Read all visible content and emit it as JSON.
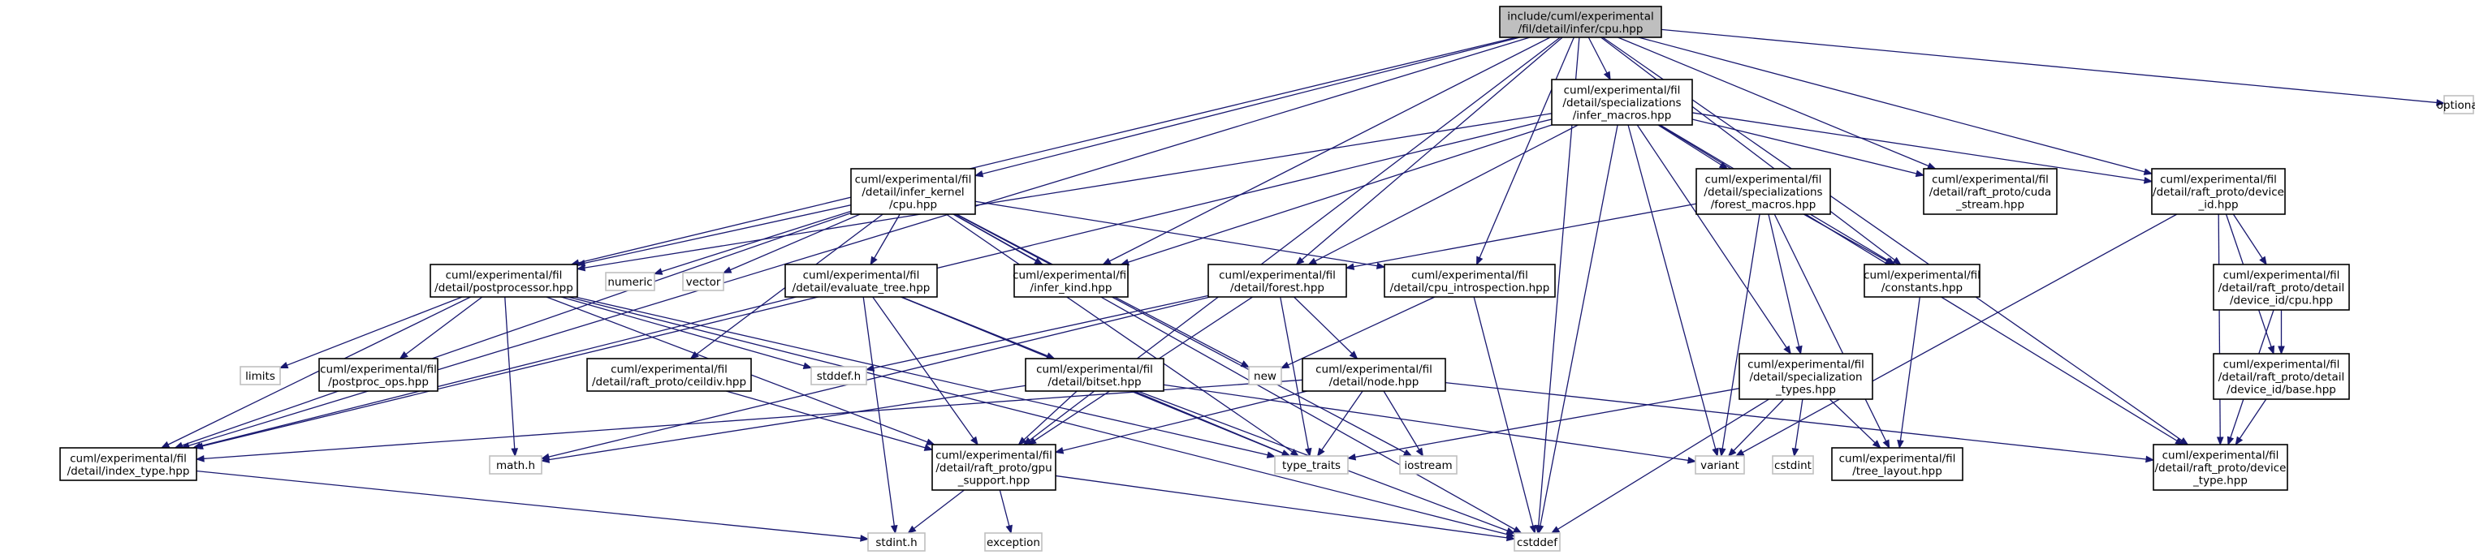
{
  "graph": {
    "root": "include/cuml/experimental/fil/detail/infer/cpu.hpp",
    "nodes": {
      "root": {
        "lines": [
          "include/cuml/experimental",
          "/fil/detail/infer/cpu.hpp"
        ],
        "kind": "root"
      },
      "infer_macros": {
        "lines": [
          "cuml/experimental/fil",
          "/detail/specializations",
          "/infer_macros.hpp"
        ],
        "kind": "file"
      },
      "optional": {
        "lines": [
          "optional"
        ],
        "kind": "system"
      },
      "infer_kernel_cpu": {
        "lines": [
          "cuml/experimental/fil",
          "/detail/infer_kernel",
          "/cpu.hpp"
        ],
        "kind": "file"
      },
      "forest_macros": {
        "lines": [
          "cuml/experimental/fil",
          "/detail/specializations",
          "/forest_macros.hpp"
        ],
        "kind": "file"
      },
      "cuda_stream": {
        "lines": [
          "cuml/experimental/fil",
          "/detail/raft_proto/cuda",
          "_stream.hpp"
        ],
        "kind": "file"
      },
      "device_id": {
        "lines": [
          "cuml/experimental/fil",
          "/detail/raft_proto/device",
          "_id.hpp"
        ],
        "kind": "file"
      },
      "postprocessor": {
        "lines": [
          "cuml/experimental/fil",
          "/detail/postprocessor.hpp"
        ],
        "kind": "file"
      },
      "numeric": {
        "lines": [
          "numeric"
        ],
        "kind": "system"
      },
      "vector": {
        "lines": [
          "vector"
        ],
        "kind": "system"
      },
      "evaluate_tree": {
        "lines": [
          "cuml/experimental/fil",
          "/detail/evaluate_tree.hpp"
        ],
        "kind": "file"
      },
      "infer_kind": {
        "lines": [
          "cuml/experimental/fil",
          "/infer_kind.hpp"
        ],
        "kind": "file"
      },
      "forest": {
        "lines": [
          "cuml/experimental/fil",
          "/detail/forest.hpp"
        ],
        "kind": "file"
      },
      "cpu_introspection": {
        "lines": [
          "cuml/experimental/fil",
          "/detail/cpu_introspection.hpp"
        ],
        "kind": "file"
      },
      "constants": {
        "lines": [
          "cuml/experimental/fil",
          "/constants.hpp"
        ],
        "kind": "file"
      },
      "device_id_cpu": {
        "lines": [
          "cuml/experimental/fil",
          "/detail/raft_proto/detail",
          "/device_id/cpu.hpp"
        ],
        "kind": "file"
      },
      "limits": {
        "lines": [
          "limits"
        ],
        "kind": "system"
      },
      "postproc_ops": {
        "lines": [
          "cuml/experimental/fil",
          "/postproc_ops.hpp"
        ],
        "kind": "file"
      },
      "stddef": {
        "lines": [
          "stddef.h"
        ],
        "kind": "system"
      },
      "ceildiv": {
        "lines": [
          "cuml/experimental/fil",
          "/detail/raft_proto/ceildiv.hpp"
        ],
        "kind": "file"
      },
      "bitset": {
        "lines": [
          "cuml/experimental/fil",
          "/detail/bitset.hpp"
        ],
        "kind": "file"
      },
      "new": {
        "lines": [
          "new"
        ],
        "kind": "system"
      },
      "node": {
        "lines": [
          "cuml/experimental/fil",
          "/detail/node.hpp"
        ],
        "kind": "file"
      },
      "specialization_types": {
        "lines": [
          "cuml/experimental/fil",
          "/detail/specialization",
          "_types.hpp"
        ],
        "kind": "file"
      },
      "device_id_base": {
        "lines": [
          "cuml/experimental/fil",
          "/detail/raft_proto/detail",
          "/device_id/base.hpp"
        ],
        "kind": "file"
      },
      "index_type": {
        "lines": [
          "cuml/experimental/fil",
          "/detail/index_type.hpp"
        ],
        "kind": "file"
      },
      "math": {
        "lines": [
          "math.h"
        ],
        "kind": "system"
      },
      "gpu_support": {
        "lines": [
          "cuml/experimental/fil",
          "/detail/raft_proto/gpu",
          "_support.hpp"
        ],
        "kind": "file"
      },
      "type_traits": {
        "lines": [
          "type_traits"
        ],
        "kind": "system"
      },
      "iostream": {
        "lines": [
          "iostream"
        ],
        "kind": "system"
      },
      "variant": {
        "lines": [
          "variant"
        ],
        "kind": "system"
      },
      "cstdint": {
        "lines": [
          "cstdint"
        ],
        "kind": "system"
      },
      "tree_layout": {
        "lines": [
          "cuml/experimental/fil",
          "/tree_layout.hpp"
        ],
        "kind": "file"
      },
      "device_type": {
        "lines": [
          "cuml/experimental/fil",
          "/detail/raft_proto/device",
          "_type.hpp"
        ],
        "kind": "file"
      },
      "stdint": {
        "lines": [
          "stdint.h"
        ],
        "kind": "system"
      },
      "exception": {
        "lines": [
          "exception"
        ],
        "kind": "system"
      },
      "cstddef": {
        "lines": [
          "cstddef"
        ],
        "kind": "system"
      }
    },
    "edges": [
      [
        "root",
        "infer_macros"
      ],
      [
        "root",
        "optional"
      ],
      [
        "root",
        "infer_kernel_cpu"
      ],
      [
        "root",
        "cuda_stream"
      ],
      [
        "root",
        "device_id"
      ],
      [
        "root",
        "postprocessor"
      ],
      [
        "root",
        "infer_kind"
      ],
      [
        "root",
        "forest"
      ],
      [
        "root",
        "cpu_introspection"
      ],
      [
        "root",
        "constants"
      ],
      [
        "root",
        "index_type"
      ],
      [
        "root",
        "gpu_support"
      ],
      [
        "root",
        "device_type"
      ],
      [
        "root",
        "cstddef"
      ],
      [
        "infer_macros",
        "forest_macros"
      ],
      [
        "infer_macros",
        "cuda_stream"
      ],
      [
        "infer_macros",
        "device_id"
      ],
      [
        "infer_macros",
        "postprocessor"
      ],
      [
        "infer_macros",
        "infer_kind"
      ],
      [
        "infer_macros",
        "forest"
      ],
      [
        "infer_macros",
        "constants"
      ],
      [
        "infer_macros",
        "specialization_types"
      ],
      [
        "infer_macros",
        "index_type"
      ],
      [
        "infer_macros",
        "variant"
      ],
      [
        "infer_macros",
        "device_type"
      ],
      [
        "infer_macros",
        "cstddef"
      ],
      [
        "infer_kernel_cpu",
        "postprocessor"
      ],
      [
        "infer_kernel_cpu",
        "numeric"
      ],
      [
        "infer_kernel_cpu",
        "vector"
      ],
      [
        "infer_kernel_cpu",
        "evaluate_tree"
      ],
      [
        "infer_kernel_cpu",
        "infer_kind"
      ],
      [
        "infer_kernel_cpu",
        "cpu_introspection"
      ],
      [
        "infer_kernel_cpu",
        "ceildiv"
      ],
      [
        "infer_kernel_cpu",
        "new"
      ],
      [
        "infer_kernel_cpu",
        "index_type"
      ],
      [
        "infer_kernel_cpu",
        "type_traits"
      ],
      [
        "infer_kernel_cpu",
        "iostream"
      ],
      [
        "infer_kernel_cpu",
        "cstddef"
      ],
      [
        "forest_macros",
        "forest"
      ],
      [
        "forest_macros",
        "constants"
      ],
      [
        "forest_macros",
        "specialization_types"
      ],
      [
        "forest_macros",
        "variant"
      ],
      [
        "forest_macros",
        "tree_layout"
      ],
      [
        "device_id",
        "device_id_cpu"
      ],
      [
        "device_id",
        "device_id_base"
      ],
      [
        "device_id",
        "variant"
      ],
      [
        "device_id",
        "device_type"
      ],
      [
        "postprocessor",
        "limits"
      ],
      [
        "postprocessor",
        "postproc_ops"
      ],
      [
        "postprocessor",
        "stddef"
      ],
      [
        "postprocessor",
        "index_type"
      ],
      [
        "postprocessor",
        "math"
      ],
      [
        "postprocessor",
        "gpu_support"
      ],
      [
        "postprocessor",
        "type_traits"
      ],
      [
        "postprocessor",
        "cstddef"
      ],
      [
        "evaluate_tree",
        "bitset"
      ],
      [
        "evaluate_tree",
        "index_type"
      ],
      [
        "evaluate_tree",
        "gpu_support"
      ],
      [
        "evaluate_tree",
        "stdint"
      ],
      [
        "evaluate_tree",
        "type_traits"
      ],
      [
        "forest",
        "node"
      ],
      [
        "forest",
        "stddef"
      ],
      [
        "forest",
        "math"
      ],
      [
        "forest",
        "gpu_support"
      ],
      [
        "forest",
        "type_traits"
      ],
      [
        "cpu_introspection",
        "new"
      ],
      [
        "cpu_introspection",
        "cstddef"
      ],
      [
        "constants",
        "tree_layout"
      ],
      [
        "device_id_cpu",
        "device_id_base"
      ],
      [
        "device_id_cpu",
        "device_type"
      ],
      [
        "ceildiv",
        "gpu_support"
      ],
      [
        "bitset",
        "math"
      ],
      [
        "bitset",
        "gpu_support"
      ],
      [
        "bitset",
        "type_traits"
      ],
      [
        "bitset",
        "variant"
      ],
      [
        "bitset",
        "cstddef"
      ],
      [
        "node",
        "index_type"
      ],
      [
        "node",
        "gpu_support"
      ],
      [
        "node",
        "type_traits"
      ],
      [
        "node",
        "iostream"
      ],
      [
        "node",
        "device_type"
      ],
      [
        "specialization_types",
        "type_traits"
      ],
      [
        "specialization_types",
        "variant"
      ],
      [
        "specialization_types",
        "cstdint"
      ],
      [
        "specialization_types",
        "tree_layout"
      ],
      [
        "specialization_types",
        "cstddef"
      ],
      [
        "device_id_base",
        "device_type"
      ],
      [
        "index_type",
        "stdint"
      ],
      [
        "gpu_support",
        "stdint"
      ],
      [
        "gpu_support",
        "exception"
      ],
      [
        "gpu_support",
        "cstddef"
      ]
    ]
  }
}
